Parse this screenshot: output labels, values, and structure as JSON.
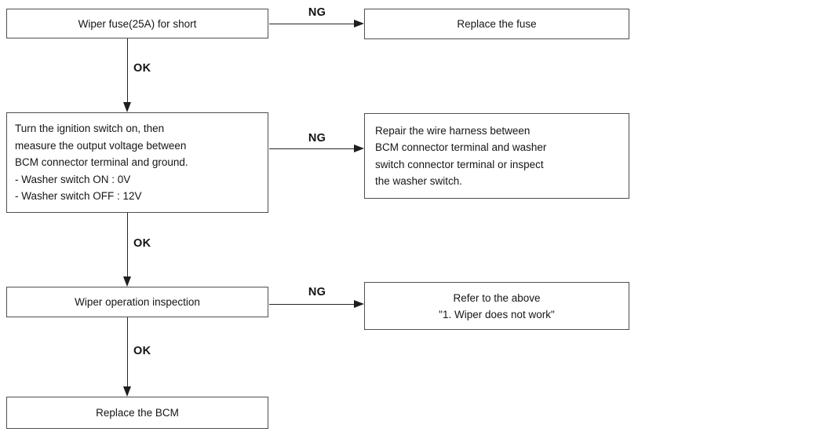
{
  "labels": {
    "ng": "NG",
    "ok": "OK"
  },
  "nodes": {
    "step1": "Wiper fuse(25A) for short",
    "action1": "Replace the fuse",
    "step2": "Turn the ignition switch on, then\nmeasure the output voltage between\nBCM connector terminal and ground.\n- Washer switch ON : 0V\n- Washer switch OFF : 12V",
    "action2": "Repair the wire harness between\nBCM connector terminal and washer\nswitch connector terminal or inspect\nthe washer switch.",
    "step3": "Wiper operation inspection",
    "action3": "Refer to the above\n\"1. Wiper does not work\"",
    "step4": "Replace the BCM"
  },
  "colors": {
    "line": "#262626",
    "box_border": "#4f4f4f",
    "text": "#161616",
    "background": "#ffffff"
  }
}
